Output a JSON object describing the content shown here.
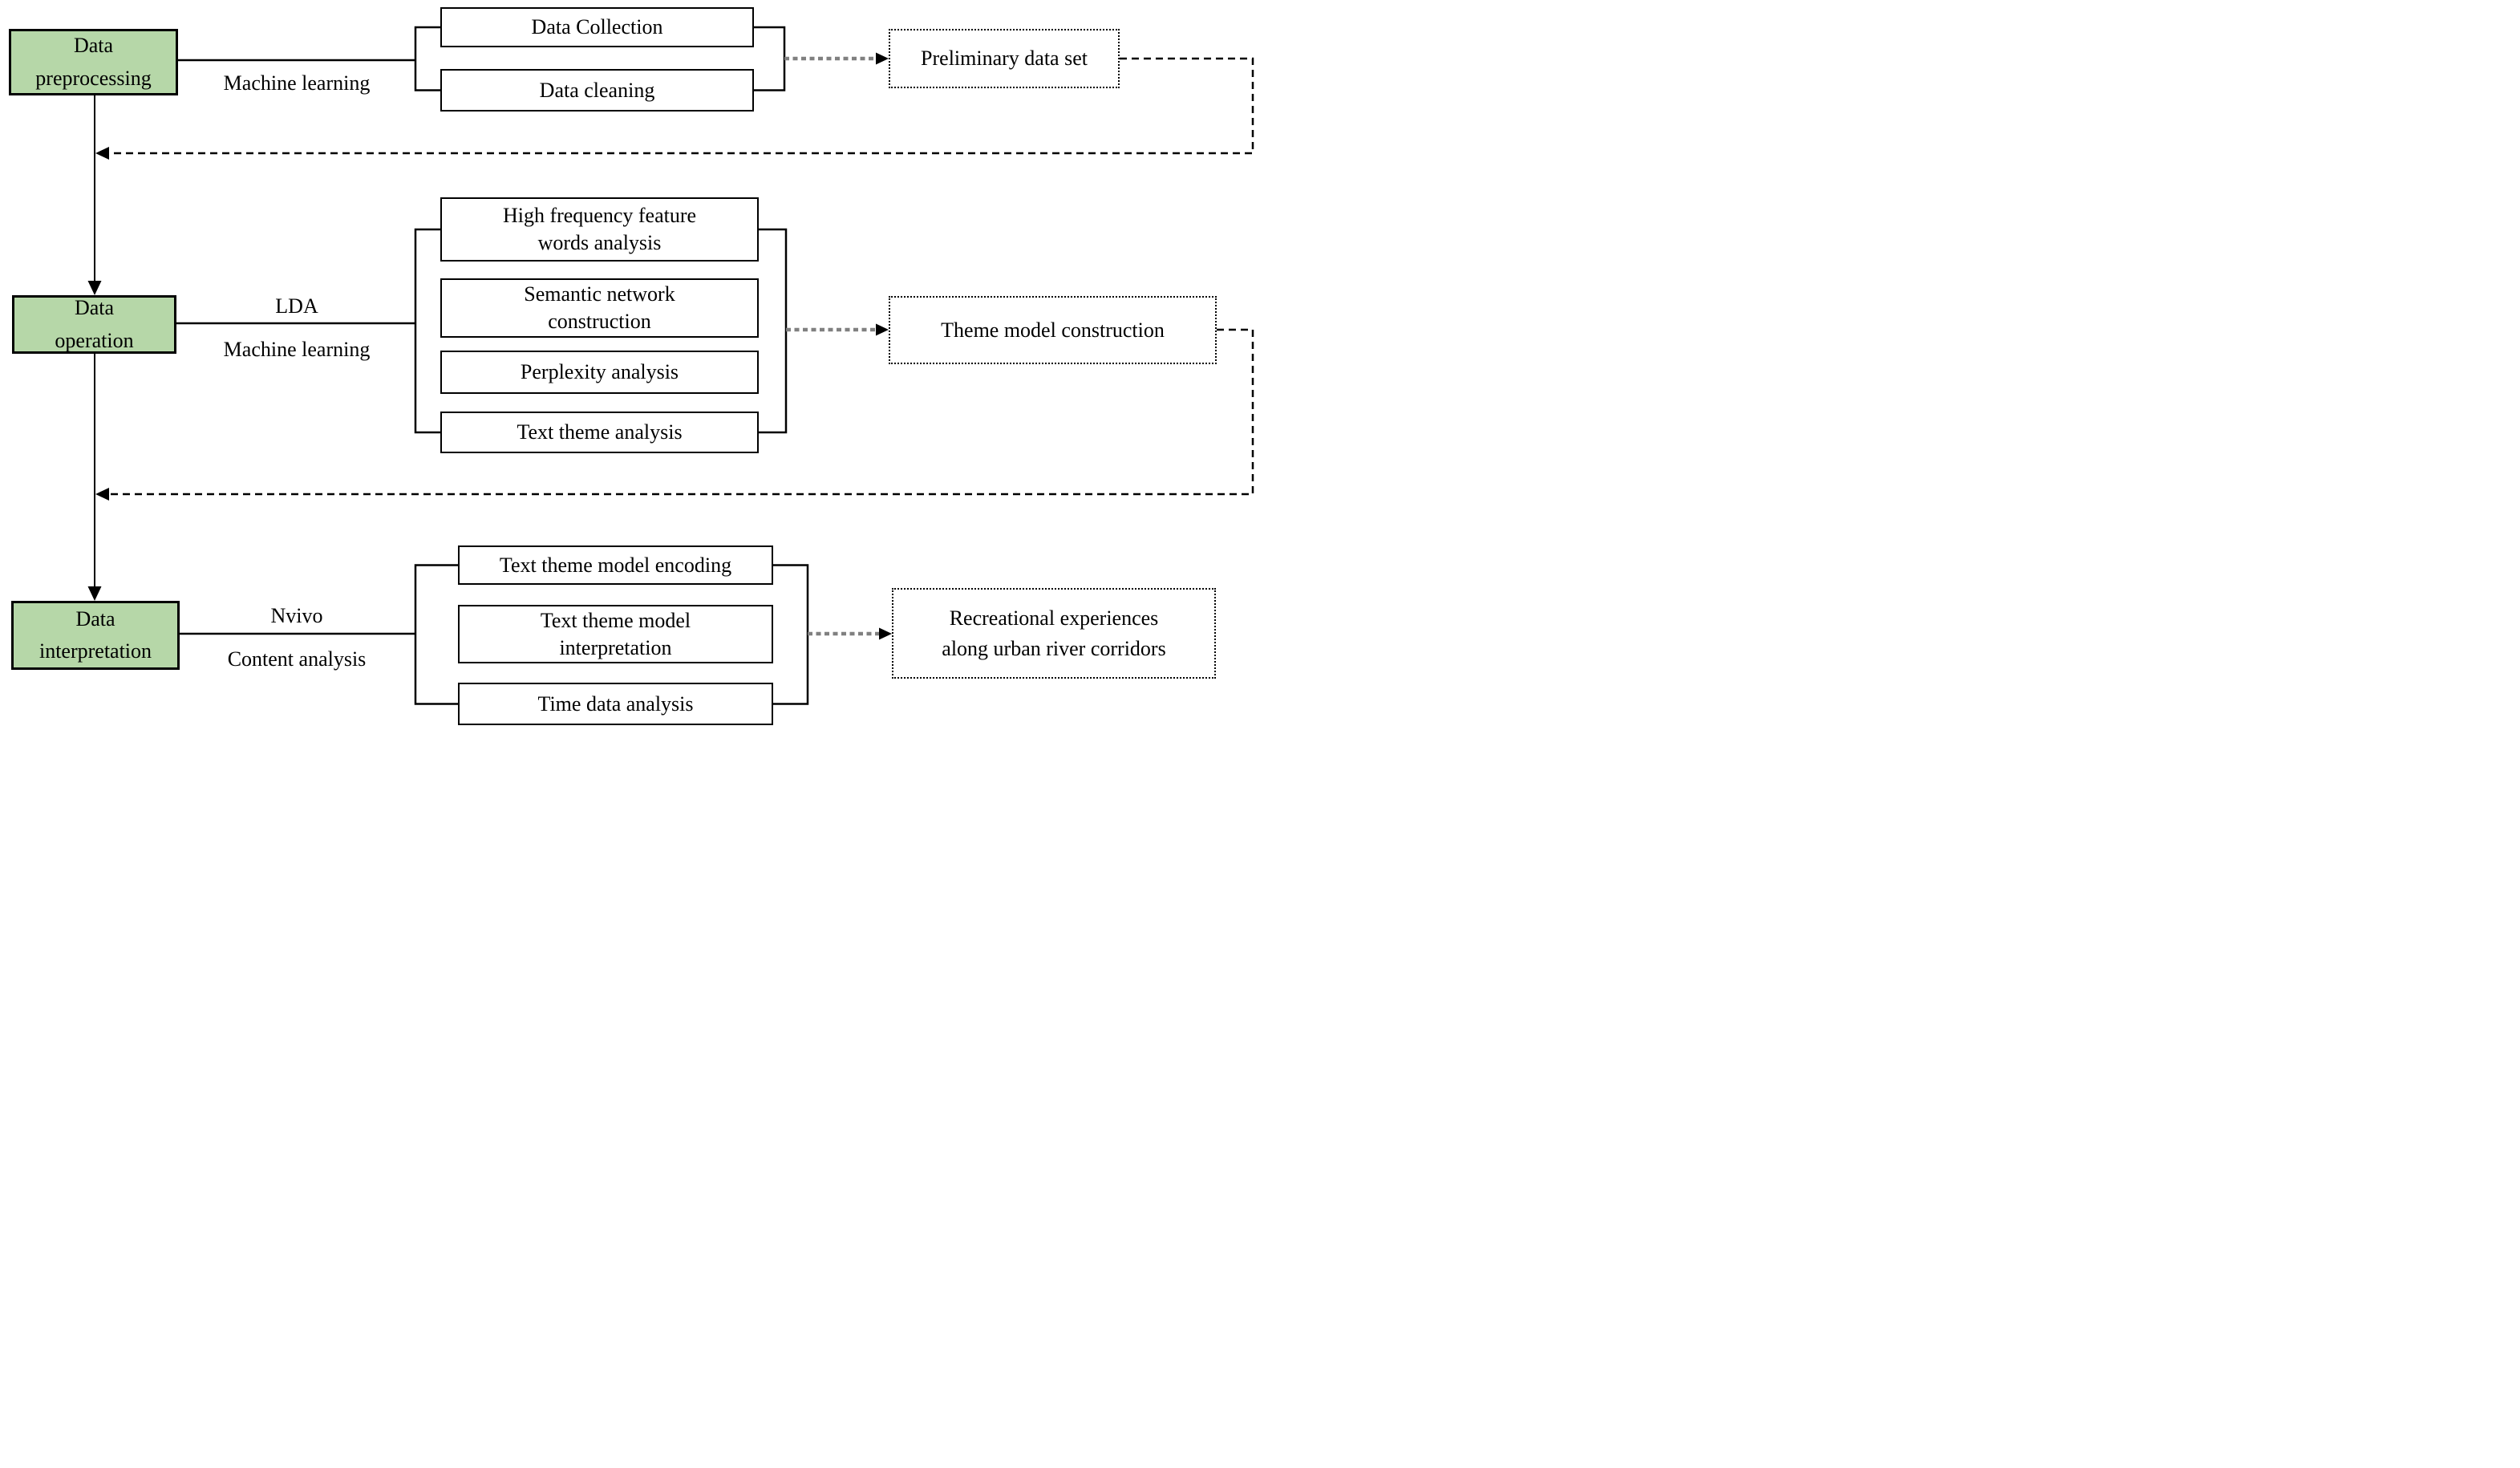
{
  "figure": {
    "colors": {
      "stage_fill": "#b6d7a8",
      "line": "#000000",
      "dotted_arrow_gray": "#808080",
      "background": "#ffffff"
    },
    "stage1": {
      "label": "Data\npreprocessing",
      "method": "Machine learning",
      "steps": [
        "Data Collection",
        "Data cleaning"
      ],
      "output": "Preliminary data set"
    },
    "stage2": {
      "label": "Data\noperation",
      "method_line1": "LDA",
      "method_line2": "Machine learning",
      "steps": [
        "High frequency feature\nwords analysis",
        "Semantic network\nconstruction",
        "Perplexity analysis",
        "Text theme analysis"
      ],
      "output": "Theme model construction"
    },
    "stage3": {
      "label": "Data\ninterpretation",
      "method_line1": "Nvivo",
      "method_line2": "Content analysis",
      "steps": [
        "Text theme model encoding",
        "Text theme model\ninterpretation",
        "Time data analysis"
      ],
      "output": "Recreational experiences\nalong urban river corridors"
    }
  }
}
